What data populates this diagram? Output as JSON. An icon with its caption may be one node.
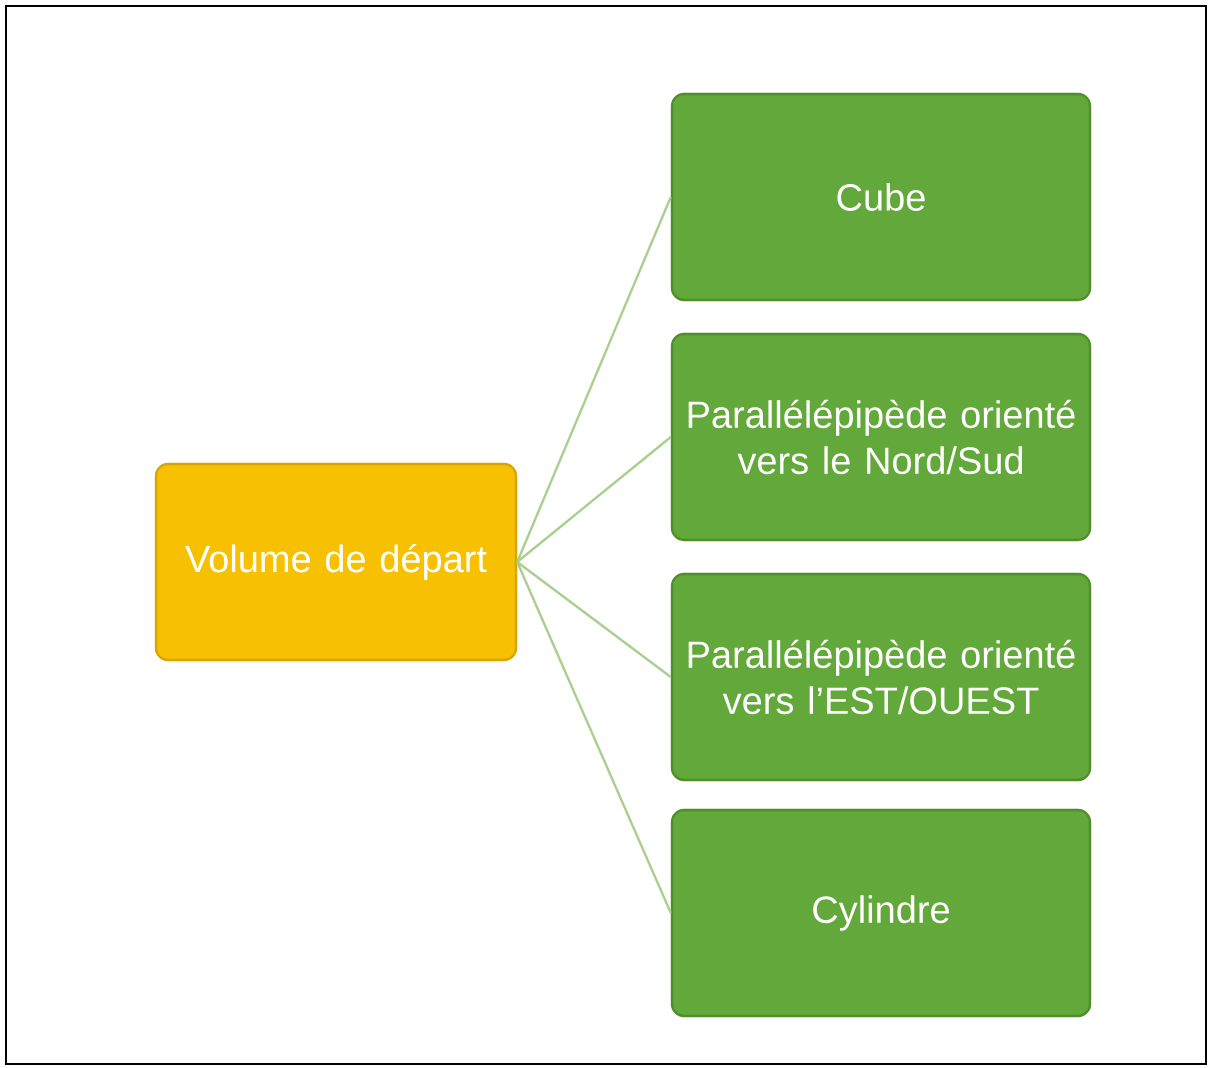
{
  "diagram": {
    "nodes": [
      {
        "text": [
          "Volume de départ"
        ]
      },
      {
        "text": [
          "Cube"
        ]
      },
      {
        "text": [
          "Parallélépipède orienté vers le Nord/Sud"
        ]
      },
      {
        "text": [
          "Parallélépipède orienté vers l’EST/OUEST"
        ]
      },
      {
        "text": [
          "Cylindre"
        ]
      }
    ],
    "edges": [
      {
        "from": 0,
        "to": 1,
        "arrow": "none"
      },
      {
        "from": 0,
        "to": 2,
        "arrow": "none"
      },
      {
        "from": 0,
        "to": 3,
        "arrow": "none"
      },
      {
        "from": 0,
        "to": 4,
        "arrow": "none"
      }
    ]
  }
}
